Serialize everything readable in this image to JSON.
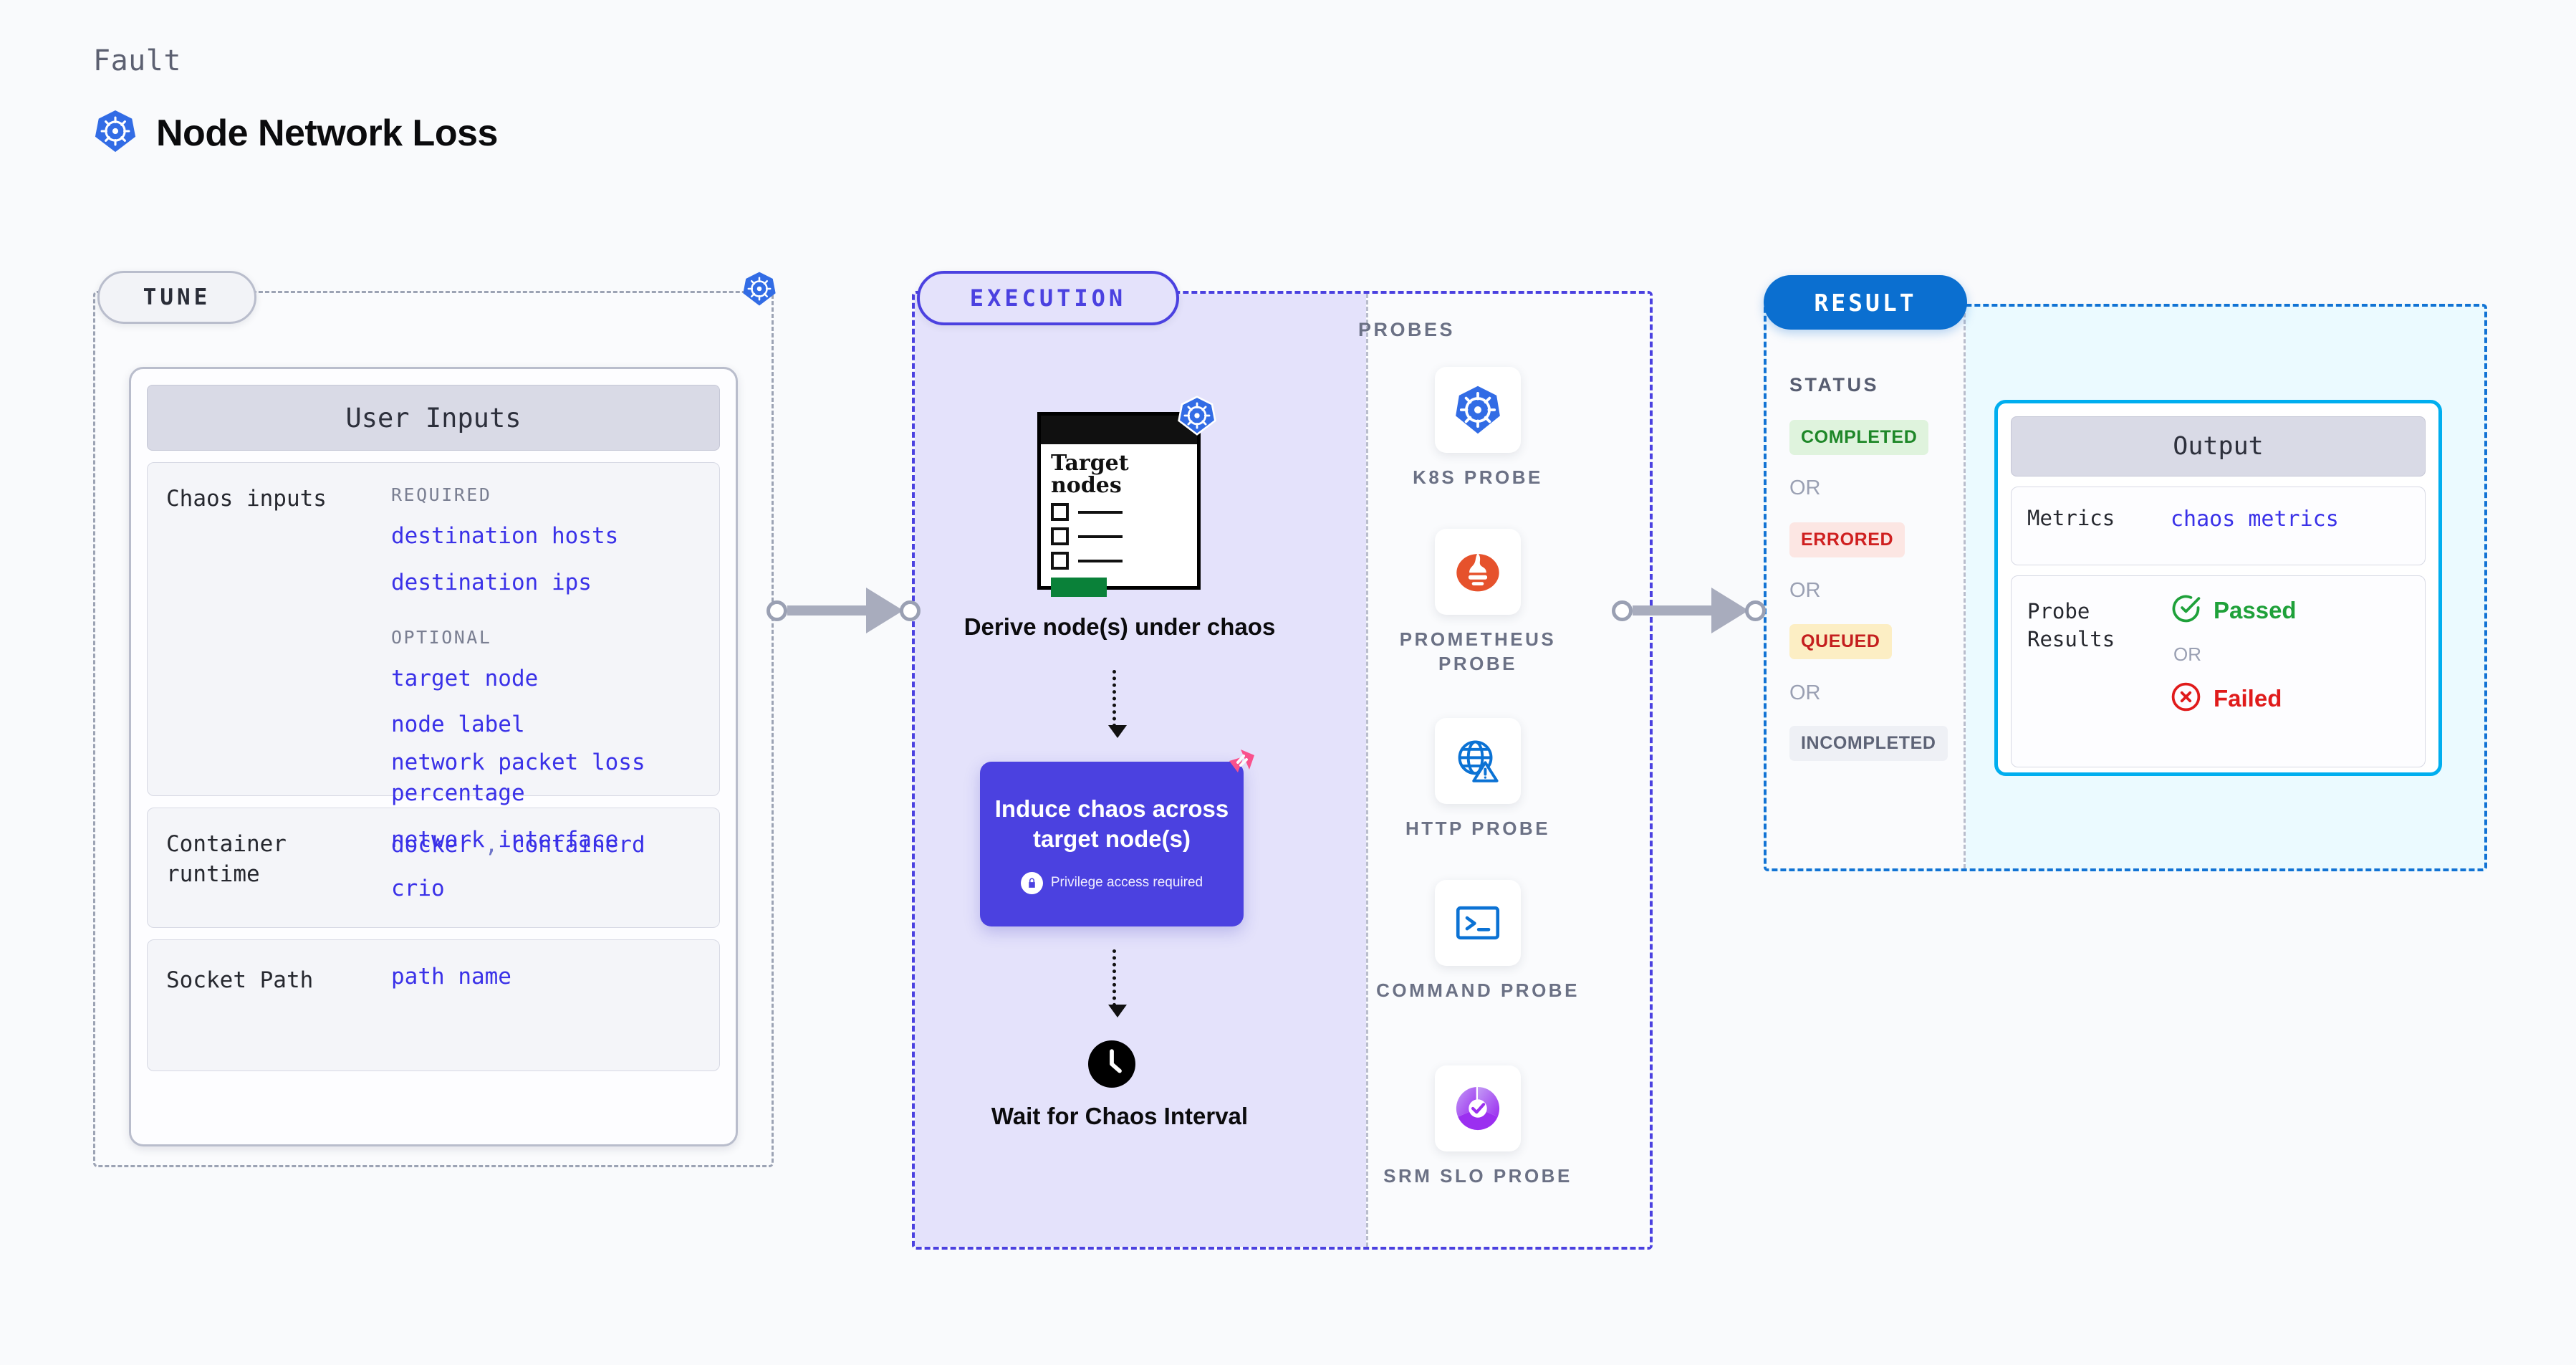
{
  "header": {
    "eyebrow": "Fault",
    "title": "Node Network Loss",
    "icon": "kubernetes-icon"
  },
  "tune": {
    "tag": "TUNE",
    "badge_icon": "kubernetes-icon",
    "card_title": "User Inputs",
    "rows": [
      {
        "label": "Chaos inputs",
        "groups": [
          {
            "title": "REQUIRED",
            "values": [
              "destination hosts",
              "destination ips"
            ]
          },
          {
            "title": "OPTIONAL",
            "values": [
              "target node",
              "node label",
              "network packet loss percentage",
              "network interface"
            ]
          }
        ]
      },
      {
        "label": "Container runtime",
        "values": [
          "docker , containerd",
          "crio"
        ]
      },
      {
        "label": "Socket Path",
        "values": [
          "path name"
        ]
      }
    ]
  },
  "execution": {
    "tag": "EXECUTION",
    "steps": {
      "derive": {
        "card_title": "Target nodes",
        "card_badge": "kubernetes-icon",
        "caption": "Derive node(s) under chaos"
      },
      "induce": {
        "title": "Induce chaos across target node(s)",
        "note": "Privilege access required",
        "note_icon": "lock-icon",
        "corner_icon": "harness-logo-icon"
      },
      "wait": {
        "icon": "clock-icon",
        "caption": "Wait for Chaos Interval"
      }
    },
    "probes_label": "PROBES",
    "probes": [
      {
        "name": "K8S PROBE",
        "icon": "kubernetes-icon"
      },
      {
        "name": "PROMETHEUS PROBE",
        "icon": "prometheus-icon"
      },
      {
        "name": "HTTP PROBE",
        "icon": "globe-warning-icon"
      },
      {
        "name": "COMMAND PROBE",
        "icon": "terminal-icon"
      },
      {
        "name": "SRM SLO PROBE",
        "icon": "srm-slo-icon"
      }
    ]
  },
  "result": {
    "tag": "RESULT",
    "status_label": "STATUS",
    "or_text": "OR",
    "statuses": [
      {
        "label": "COMPLETED",
        "bg": "#dff3dd",
        "fg": "#1e8728"
      },
      {
        "label": "ERRORED",
        "bg": "#fce6e3",
        "fg": "#cf2020"
      },
      {
        "label": "QUEUED",
        "bg": "#fceec4",
        "fg": "#c41f1f"
      },
      {
        "label": "INCOMPLETED",
        "bg": "#eef0f5",
        "fg": "#5d6376"
      }
    ],
    "output": {
      "title": "Output",
      "rows": [
        {
          "label": "Metrics",
          "value": "chaos metrics"
        }
      ],
      "probe_results": {
        "label": "Probe Results",
        "passed": "Passed",
        "failed": "Failed",
        "or_text": "OR",
        "passed_icon": "check-circle-icon",
        "failed_icon": "x-circle-icon"
      }
    }
  },
  "colors": {
    "background": "#f9fafc",
    "accent_purple": "#4b41e0",
    "accent_blue": "#0b6fd0",
    "k8s_blue": "#326ce5",
    "harness_pink": "#f9518c",
    "result_panel": "#ebfaff",
    "output_border": "#00aeef",
    "pass_green": "#1fa13a",
    "fail_red": "#e01b1b"
  }
}
